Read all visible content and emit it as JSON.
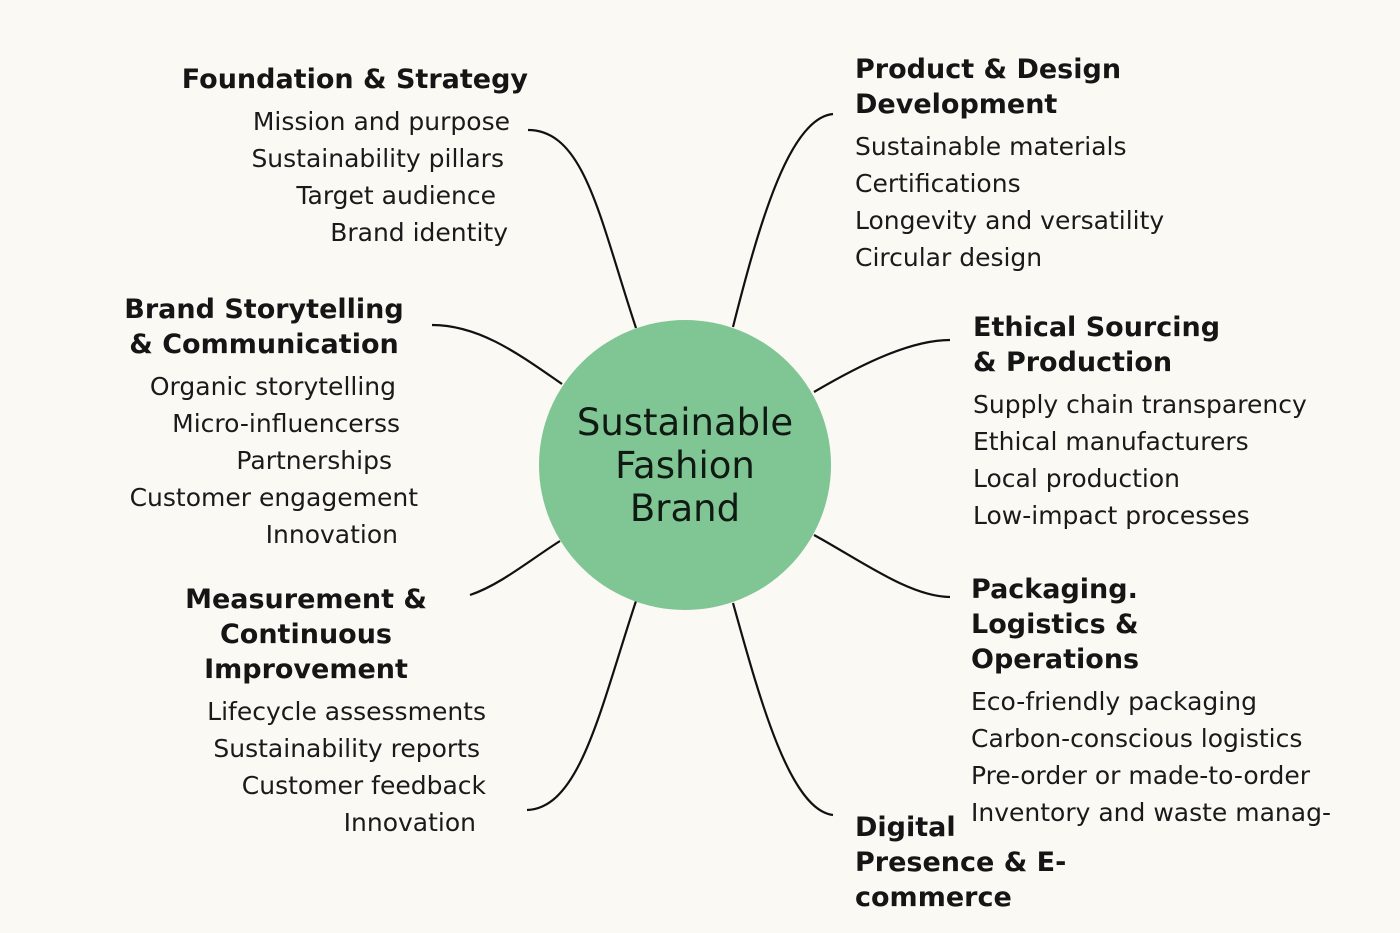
{
  "center": {
    "label": "Sustainable Fashion Brand"
  },
  "branches": [
    {
      "side": "left",
      "title": "Foundation & Strategy",
      "items": [
        "Mission and purpose",
        "Sustainability pillars",
        "Target audience",
        "Brand identity"
      ]
    },
    {
      "side": "left",
      "title": "Brand Storytelling & Communication",
      "items": [
        "Organic storytelling",
        "Micro-influencerss",
        "Partnerships",
        "Customer engagement",
        "Innovation"
      ]
    },
    {
      "side": "left",
      "title": "Measurement & Continuous Improvement",
      "items": [
        "Lifecycle assessments",
        "Sustainability reports",
        "Customer feedback",
        "Innovation"
      ]
    },
    {
      "side": "right",
      "title": "Product & Design Development",
      "items": [
        "Sustainable materials",
        "Certifications",
        "Longevity and versatility",
        "Circular design"
      ]
    },
    {
      "side": "right",
      "title": "Ethical Sourcing & Production",
      "items": [
        "Supply chain transparency",
        "Ethical manufacturers",
        "Local production",
        "Low-impact processes"
      ]
    },
    {
      "side": "right",
      "title": "Packaging. Logistics & Operations",
      "items": [
        "Eco-friendly packaging",
        "Carbon-conscious logistics",
        "Pre-order or made-to-order",
        "Inventory and waste manag-"
      ]
    },
    {
      "side": "right",
      "title": "Digital Presence & E-commerce",
      "items": []
    }
  ],
  "colors": {
    "background": "#fbf9f4",
    "center_fill": "#80c594",
    "line": "#111111"
  }
}
